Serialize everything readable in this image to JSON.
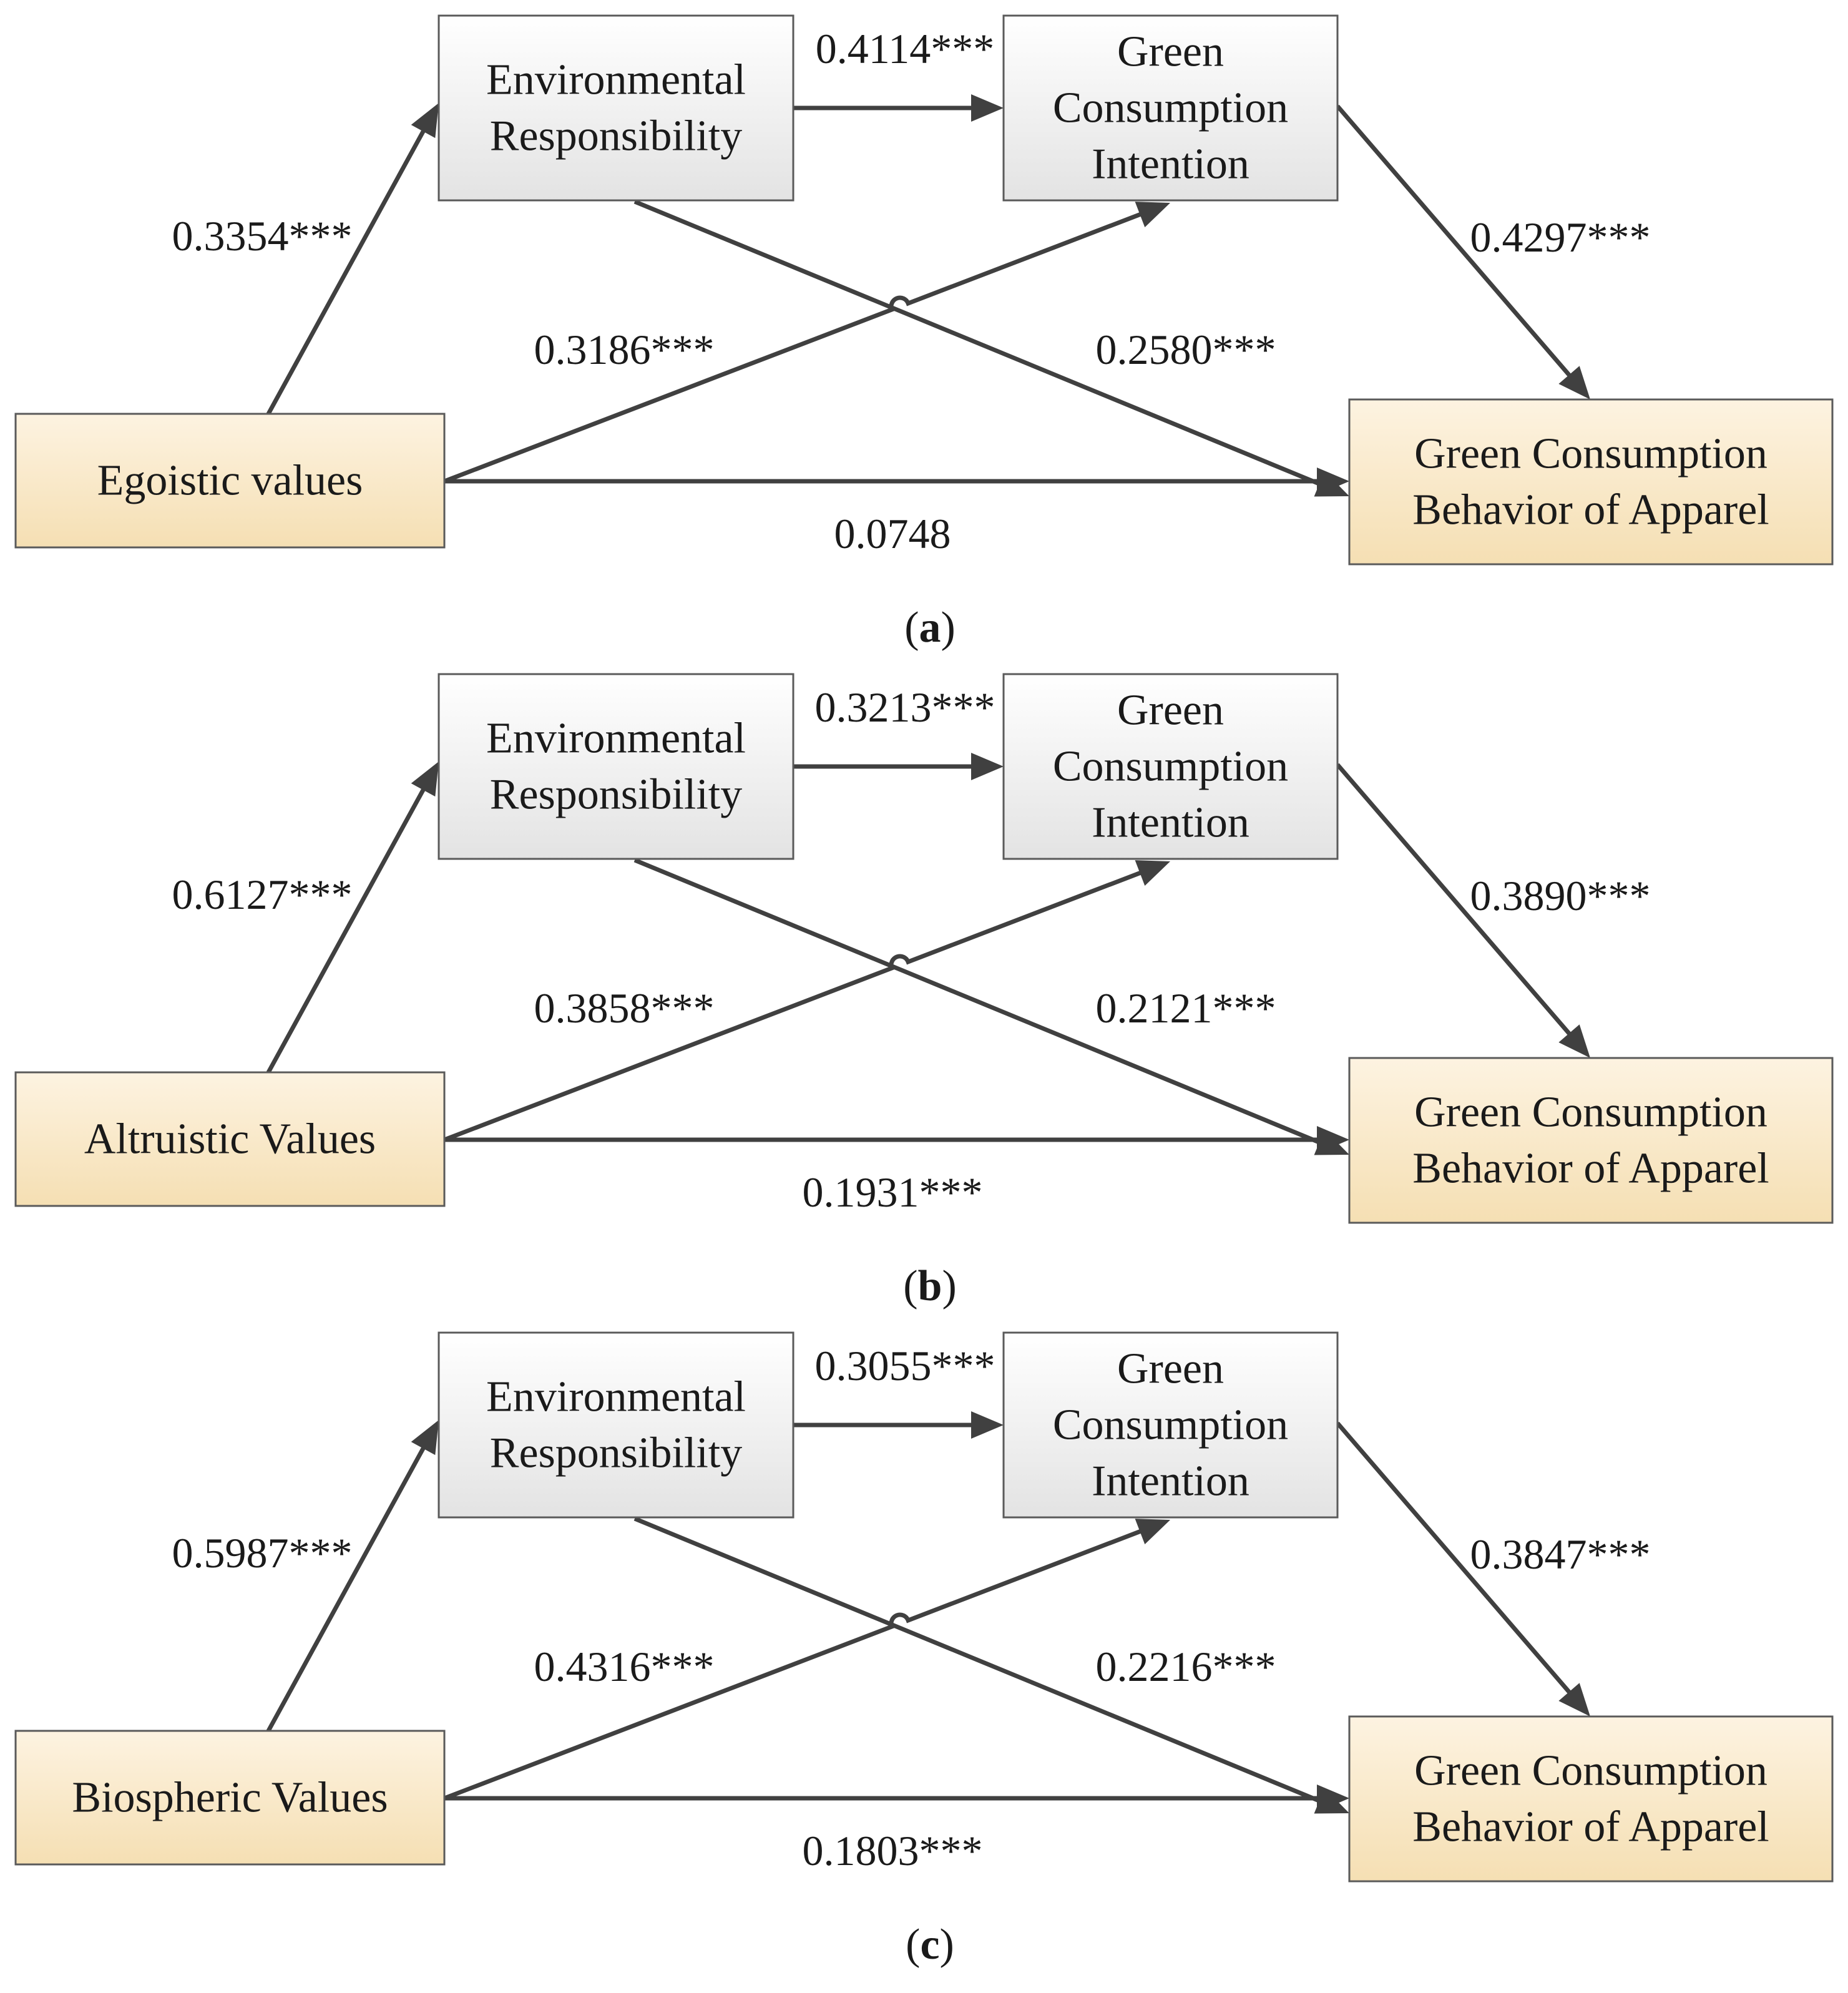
{
  "colors": {
    "box_grey_top": "#ffffff",
    "box_grey_bottom": "#e3e3e3",
    "box_tan_top": "#fdf3e1",
    "box_tan_bottom": "#f5dfb3",
    "edge": "#404040",
    "border": "#5a5a5a"
  },
  "nodes": {
    "env_resp": [
      "Environmental",
      "Responsibility"
    ],
    "intention": [
      "Green",
      "Consumption",
      "Intention"
    ],
    "behavior": [
      "Green Consumption",
      "Behavior of Apparel"
    ]
  },
  "panels": [
    {
      "label": "a",
      "source": "Egoistic values",
      "coefficients": {
        "source_to_env": "0.3354***",
        "env_to_intention": "0.4114***",
        "intention_to_behavior": "0.4297***",
        "source_to_intention": "0.3186***",
        "env_to_behavior": "0.2580***",
        "source_to_behavior": "0.0748"
      }
    },
    {
      "label": "b",
      "source": "Altruistic Values",
      "coefficients": {
        "source_to_env": "0.6127***",
        "env_to_intention": "0.3213***",
        "intention_to_behavior": "0.3890***",
        "source_to_intention": "0.3858***",
        "env_to_behavior": "0.2121***",
        "source_to_behavior": "0.1931***"
      }
    },
    {
      "label": "c",
      "source": "Biospheric Values",
      "coefficients": {
        "source_to_env": "0.5987***",
        "env_to_intention": "0.3055***",
        "intention_to_behavior": "0.3847***",
        "source_to_intention": "0.4316***",
        "env_to_behavior": "0.2216***",
        "source_to_behavior": "0.1803***"
      }
    }
  ]
}
